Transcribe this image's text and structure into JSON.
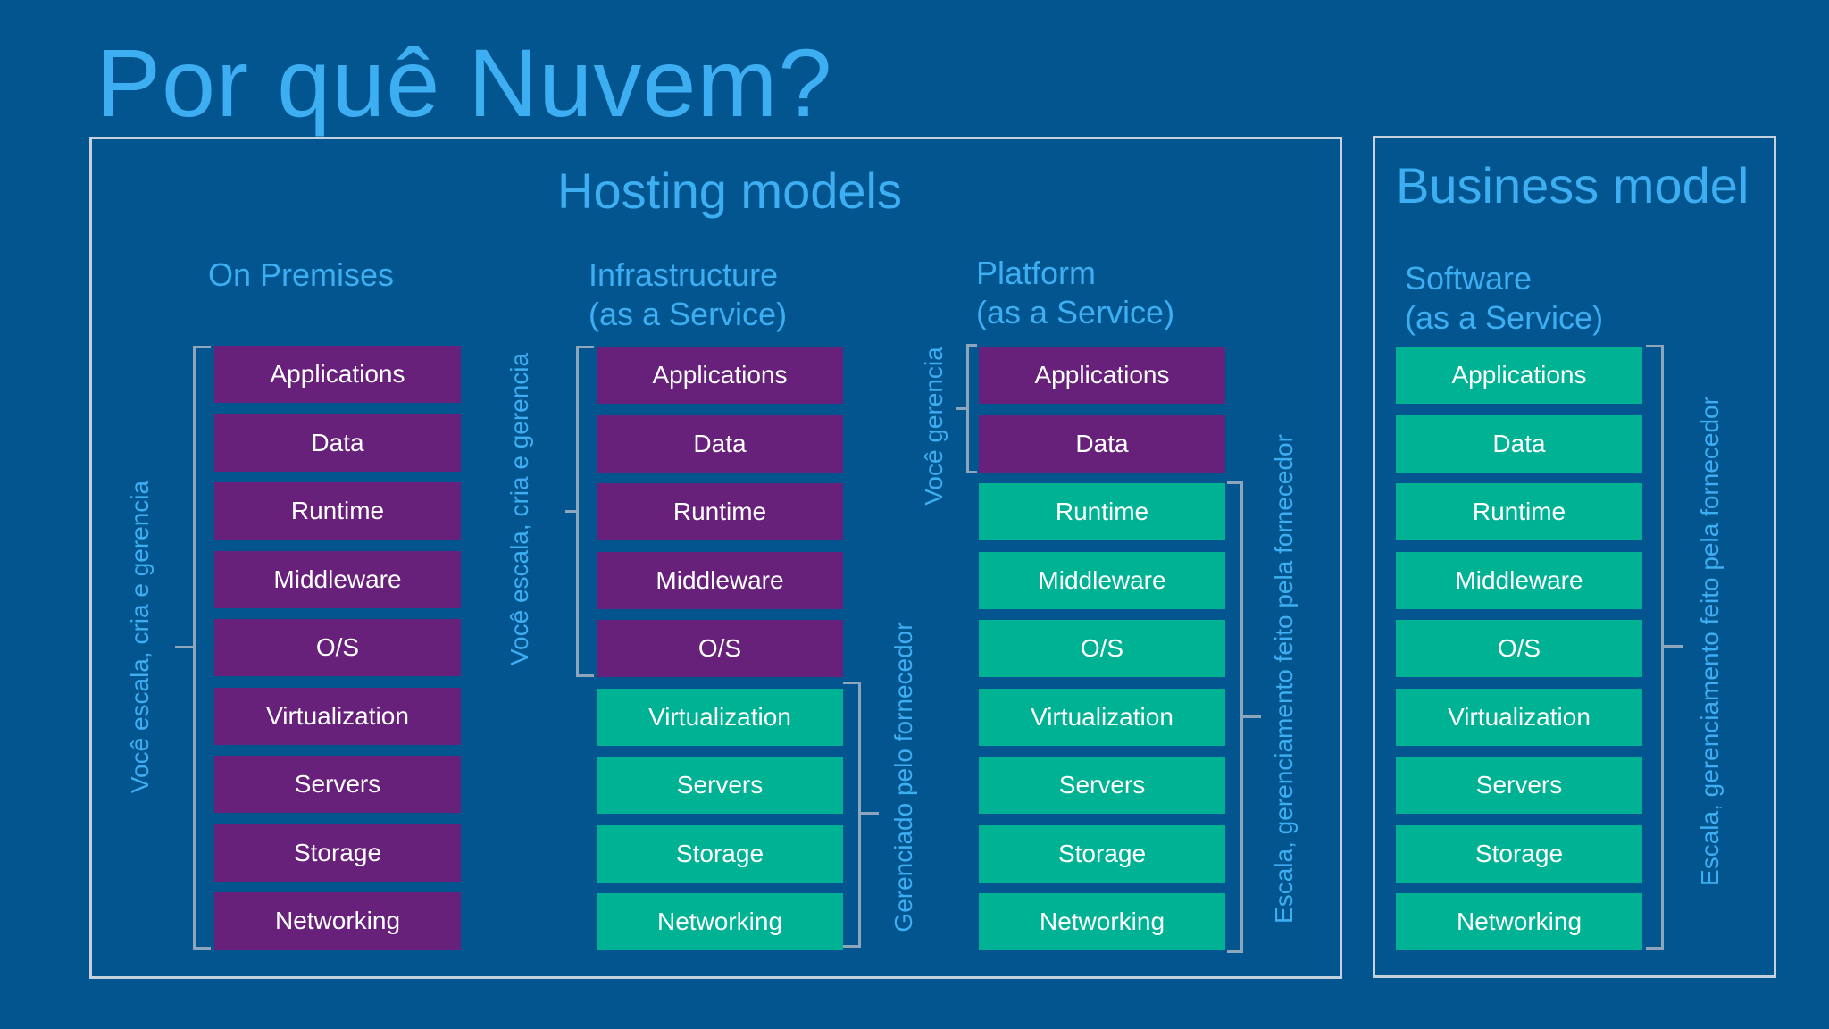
{
  "title": "Por quê Nuvem?",
  "hosting": {
    "title": "Hosting models",
    "columns": [
      {
        "title": "On Premises",
        "subtitle": ""
      },
      {
        "title": "Infrastructure",
        "subtitle": "(as a Service)"
      },
      {
        "title": "Platform",
        "subtitle": "(as a Service)"
      }
    ]
  },
  "business": {
    "title": "Business model",
    "columns": [
      {
        "title": "Software",
        "subtitle": "(as a Service)"
      }
    ]
  },
  "layers": [
    "Applications",
    "Data",
    "Runtime",
    "Middleware",
    "O/S",
    "Virtualization",
    "Servers",
    "Storage",
    "Networking"
  ],
  "labels": {
    "onprem_you": "Você escala, cria e gerencia",
    "iaas_you": "Você escala, cria e gerencia",
    "iaas_vendor": "Gerenciado pelo fornecedor",
    "paas_you": "Você gerencia",
    "paas_vendor": "Escala, gerenciamento feito pela fornecedor",
    "saas_vendor": "Escala, gerenciamento feito pela fornecedor"
  },
  "colors": {
    "background": "#02558e",
    "accent_text": "#3eaef2",
    "user_managed": "#68217a",
    "vendor_managed": "#00b294",
    "border": "#c5d2dd"
  }
}
